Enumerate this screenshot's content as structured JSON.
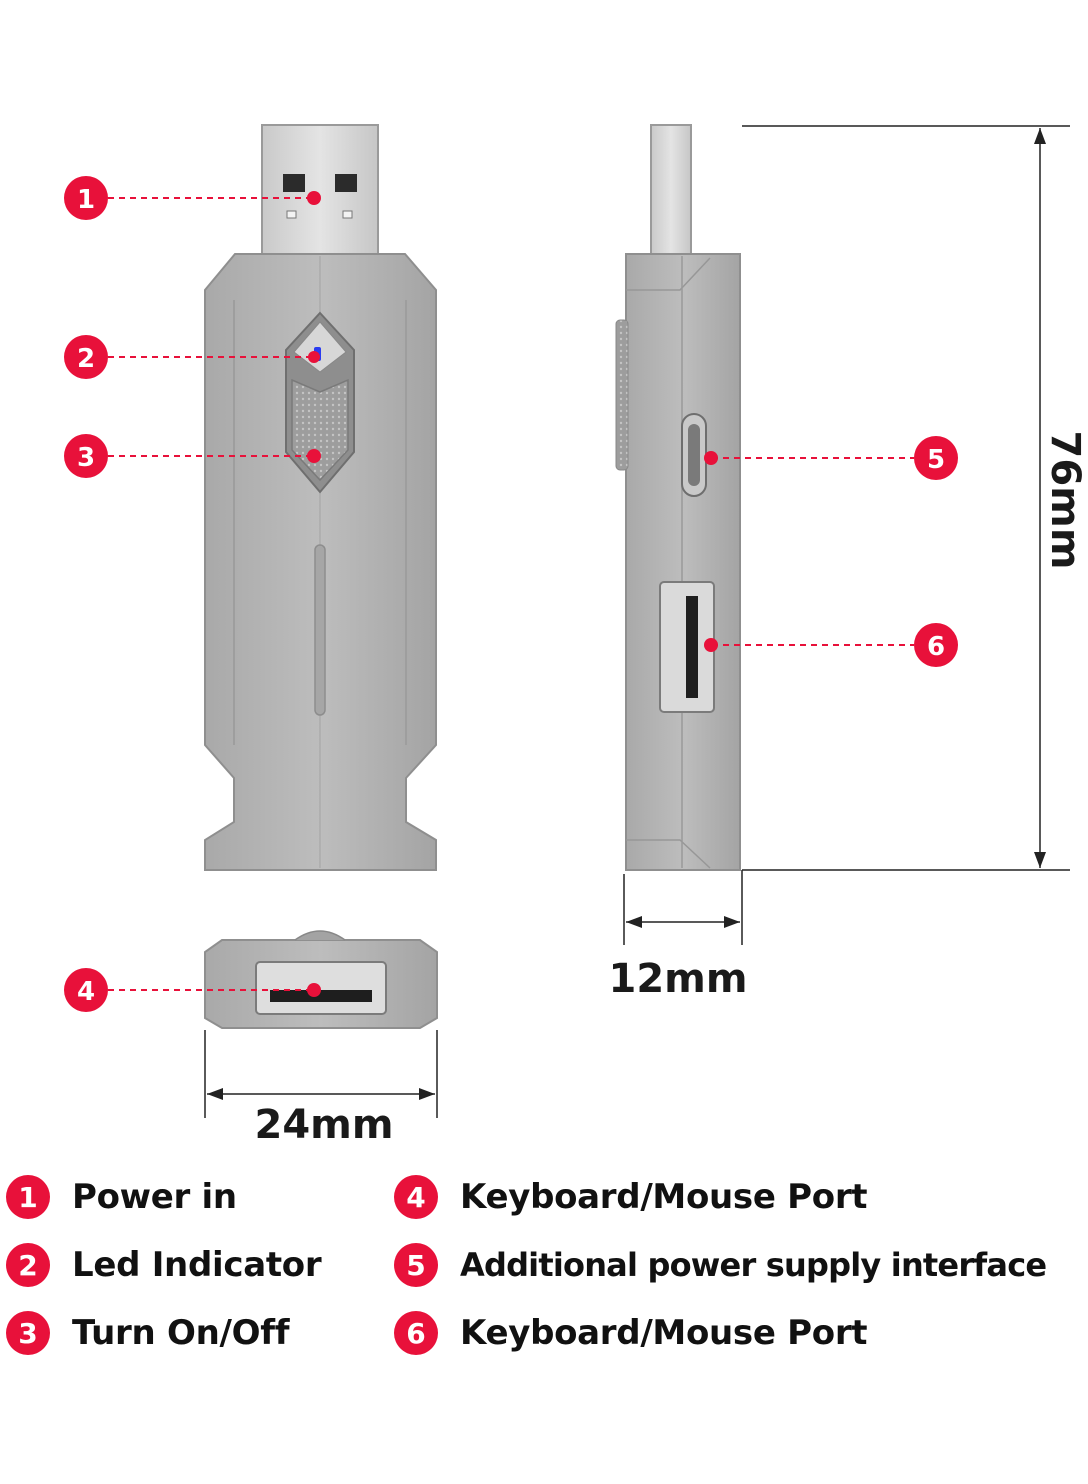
{
  "accent_color": "#e8113a",
  "device_color": "#b9b9b9",
  "callouts": [
    {
      "num": "1",
      "label": "Power in"
    },
    {
      "num": "2",
      "label": "Led Indicator"
    },
    {
      "num": "3",
      "label": "Turn On/Off"
    },
    {
      "num": "4",
      "label": "Keyboard/Mouse Port"
    },
    {
      "num": "5",
      "label": "Additional power supply interface"
    },
    {
      "num": "6",
      "label": "Keyboard/Mouse Port"
    }
  ],
  "dimensions": {
    "height": "76mm",
    "thickness": "12mm",
    "width": "24mm"
  }
}
